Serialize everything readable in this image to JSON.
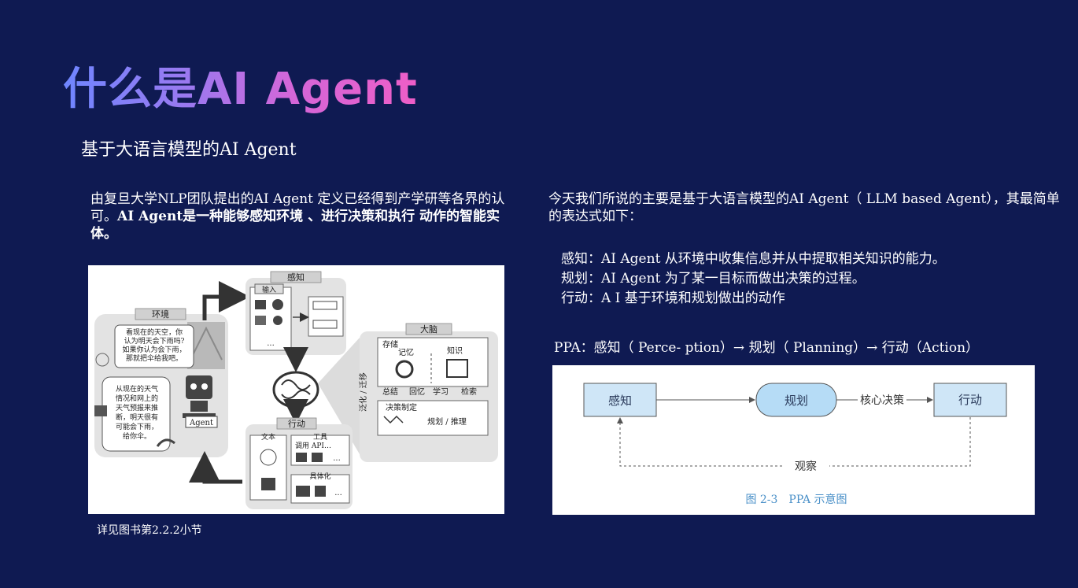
{
  "title": "什么是AI Agent",
  "subtitle": "基于大语言模型的AI Agent",
  "left_text": {
    "part1": "由复旦大学NLP团队提出的AI Agent 定义已经得到产学研等各界的认可。",
    "part2": "AI Agent是一种能够感知环境 、进行决策和执行 动作的智能实体。"
  },
  "right_text": "今天我们所说的主要是基于大语言模型的AI Agent（ LLM based Agent），其最简单的表达式如下：",
  "definitions": [
    "感知：AI Agent 从环境中收集信息并从中提取相关知识的能力。",
    "规划：AI Agent 为了某一目标而做出决策的过程。",
    "行动：A I 基于环境和规划做出的动作"
  ],
  "ppa_line": "PPA：感知（ Perce- ption）→ 规划（ Planning）→ 行动（Action）",
  "note": "详见图书第2.2.2小节",
  "left_diagram": {
    "env_label": "环境",
    "env_bubble": [
      "看现在的天空，你",
      "认为明天会下雨吗?",
      "如果你认为会下雨，",
      "那就把伞给我吧。"
    ],
    "agent_bubble": [
      "从现在的天气",
      "情况和网上的",
      "天气预报来推",
      "断，明天很有",
      "可能会下雨，",
      "给你伞。"
    ],
    "agent_label": "Agent",
    "perception_label": "感知",
    "input_label": "输入",
    "brain_label": "大脑",
    "storage_label": "存储",
    "memory_label": "记忆",
    "knowledge_label": "知识",
    "summary_label": "总结",
    "recall_label": "回忆",
    "learn_label": "学习",
    "retrieve_label": "检索",
    "decision_label": "决策制定",
    "plan_label": "规划 / 推理",
    "generalize_label": "泛化 / 迁移",
    "action_label": "行动",
    "text_label": "文本",
    "tools_label": "工具",
    "api_label": "调用 API…",
    "embodied_label": "具体化",
    "dots": "..."
  },
  "right_diagram": {
    "perceive": "感知",
    "plan": "规划",
    "act": "行动",
    "edge_label": "核心决策",
    "observe": "观察",
    "caption": "图 2-3　PPA 示意图"
  }
}
